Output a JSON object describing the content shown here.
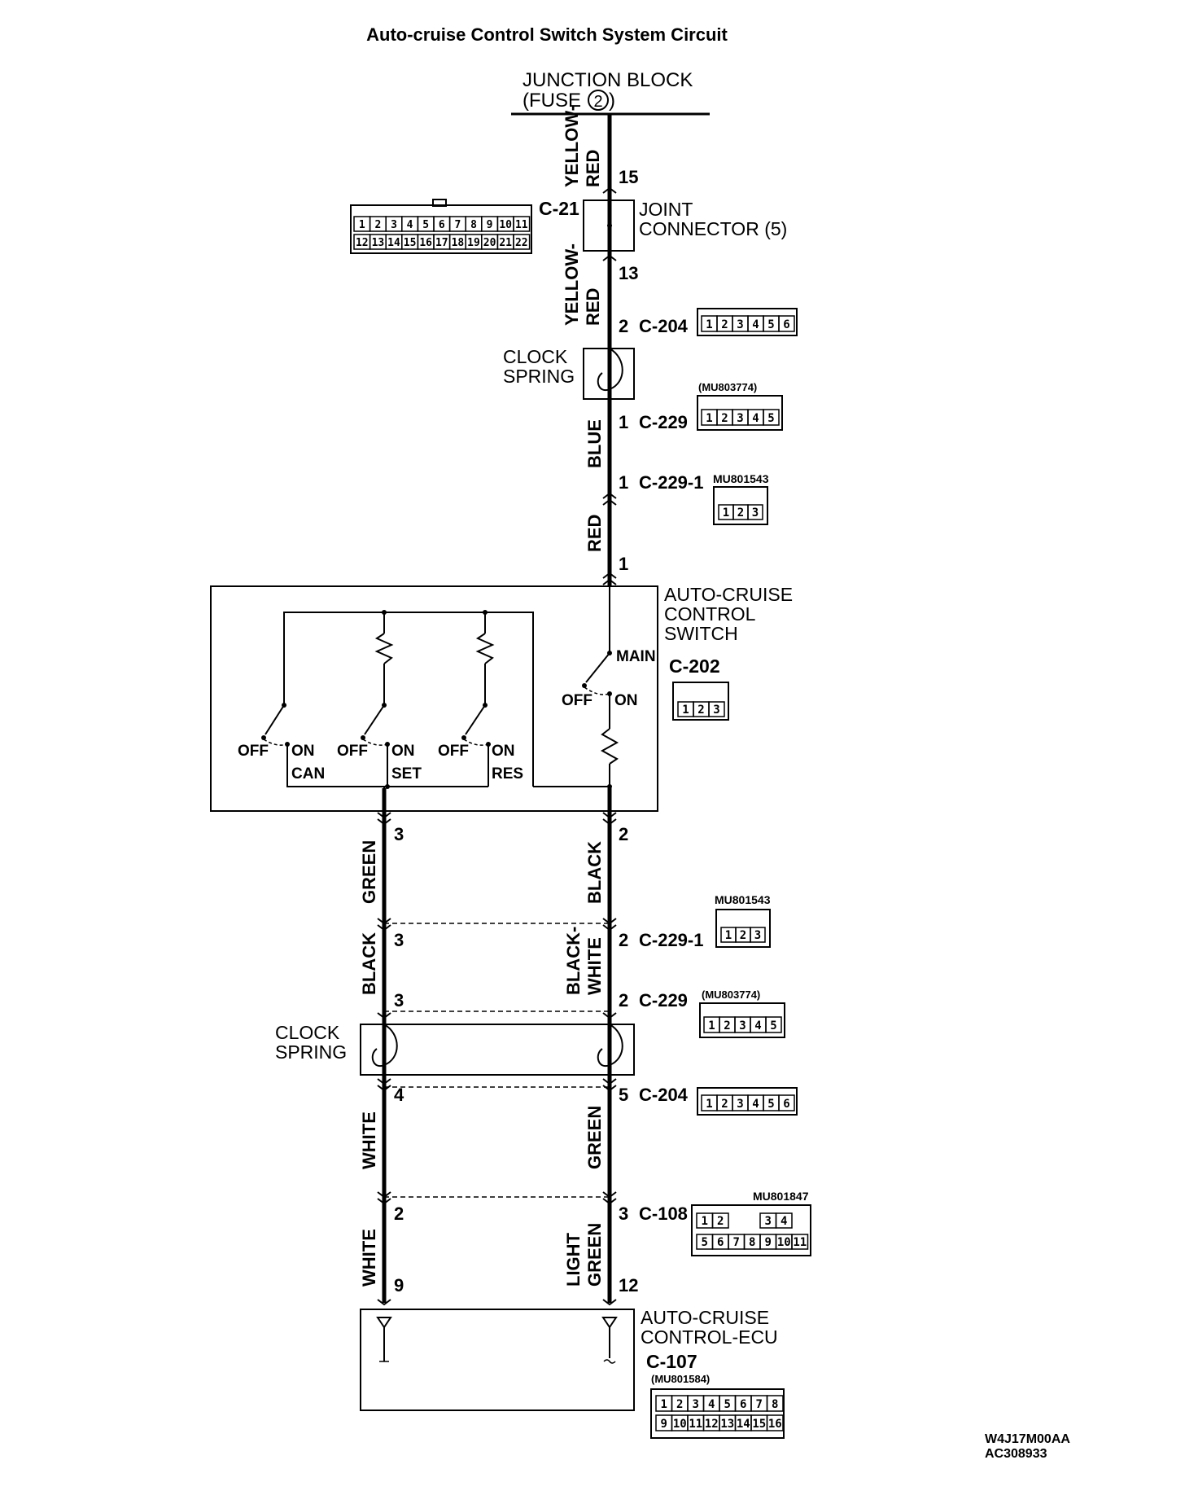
{
  "title": "Auto-cruise Control Switch System Circuit",
  "junction": {
    "line1": "JUNCTION BLOCK",
    "fuse_prefix": "(FUSE",
    "fuse_num": "2",
    "fuse_suffix": ")"
  },
  "joint_connector": {
    "line1": "JOINT",
    "line2": "CONNECTOR (5)",
    "id": "C-21"
  },
  "clock_spring_upper": {
    "line1": "CLOCK",
    "line2": "SPRING"
  },
  "clock_spring_lower": {
    "line1": "CLOCK",
    "line2": "SPRING"
  },
  "switch": {
    "line1": "AUTO-CRUISE",
    "line2": "CONTROL",
    "line3": "SWITCH",
    "id": "C-202",
    "main": "MAIN",
    "off": "OFF",
    "on": "ON",
    "can": "CAN",
    "set": "SET",
    "res": "RES"
  },
  "ecu": {
    "line1": "AUTO-CRUISE",
    "line2": "CONTROL-ECU",
    "id": "C-107",
    "part": "(MU801584)"
  },
  "wires": {
    "yellow_red_1": [
      "YELLOW-",
      "RED"
    ],
    "yellow_red_2": [
      "YELLOW-",
      "RED"
    ],
    "blue": "BLUE",
    "red": "RED",
    "green_1": "GREEN",
    "black_1": "BLACK",
    "black_2": "BLACK",
    "black_white": [
      "BLACK-",
      "WHITE"
    ],
    "white_1": "WHITE",
    "green_2": "GREEN",
    "white_2": "WHITE",
    "light_green": [
      "LIGHT",
      "GREEN"
    ]
  },
  "pins": {
    "p15": "15",
    "p13": "13",
    "p2a": "2",
    "p1a": "1",
    "p1b": "1",
    "p1c": "1",
    "p3a": "3",
    "p2b": "2",
    "p3b": "3",
    "p2c": "2",
    "p3c": "3",
    "p2d": "2",
    "p4": "4",
    "p5": "5",
    "p2e": "2",
    "p3d": "3",
    "p9": "9",
    "p12": "12"
  },
  "connectors": {
    "c204_top": "C-204",
    "c229_top": "C-229",
    "c2291_top": "C-229-1",
    "c2291_bot": "C-229-1",
    "c229_bot": "C-229",
    "c204_bot": "C-204",
    "c108": "C-108"
  },
  "part_numbers": {
    "mu803774_top": "(MU803774)",
    "mu801543_top": "MU801543",
    "mu801543_bot": "MU801543",
    "mu803774_bot": "(MU803774)",
    "mu801847": "MU801847"
  },
  "pinout": {
    "c21_row1": [
      "1",
      "2",
      "3",
      "4",
      "5",
      "6",
      "7",
      "8",
      "9",
      "10",
      "11"
    ],
    "c21_row2": [
      "12",
      "13",
      "14",
      "15",
      "16",
      "17",
      "18",
      "19",
      "20",
      "21",
      "22"
    ],
    "c204": [
      "1",
      "2",
      "3",
      "4",
      "5",
      "6"
    ],
    "c229": [
      "1",
      "2",
      "3",
      "4",
      "5"
    ],
    "c2291": [
      "1",
      "2",
      "3"
    ],
    "c202": [
      "1",
      "2",
      "3"
    ],
    "c108_row1": [
      "1",
      "2",
      "",
      "",
      "3",
      "4"
    ],
    "c108_row2": [
      "5",
      "6",
      "7",
      "8",
      "9",
      "10",
      "11"
    ],
    "c107_row1": [
      "1",
      "2",
      "3",
      "4",
      "5",
      "6",
      "7",
      "8"
    ],
    "c107_row2": [
      "9",
      "10",
      "11",
      "12",
      "13",
      "14",
      "15",
      "16"
    ]
  },
  "codes": {
    "line1": "W4J17M00AA",
    "line2": "AC308933"
  }
}
